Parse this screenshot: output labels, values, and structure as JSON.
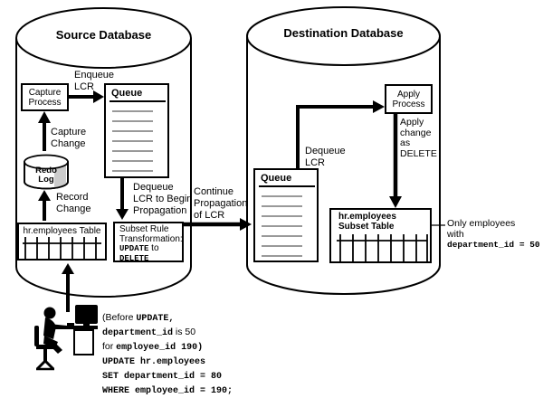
{
  "source": {
    "title": "Source Database",
    "capture_process_label": "Capture\nProcess",
    "enqueue_label": "Enqueue\nLCR",
    "queue_title": "Queue",
    "capture_change_label": "Capture\nChange",
    "redo_log_label": "Redo\nLog",
    "record_change_label": "Record\nChange",
    "table_label": "hr.employees Table",
    "dequeue_label": "Dequeue\nLCR to Begin\nPropagation",
    "subset_rule": {
      "line1": "Subset Rule",
      "line2": "Transformation:",
      "update_kw": "UPDATE",
      "to_text": " to",
      "delete_kw": "DELETE"
    }
  },
  "propagation": {
    "label": "Continue\nPropagation\nof LCR"
  },
  "destination": {
    "title": "Destination Database",
    "queue_title": "Queue",
    "dequeue_label": "Dequeue\nLCR",
    "apply_process_label": "Apply\nProcess",
    "apply_change_label": "Apply\nchange\nas\nDELETE",
    "subset_table_label": "hr.employees\nSubset Table",
    "callout": {
      "line1": "Only employees",
      "line2": "with",
      "code": "department_id = 50"
    }
  },
  "sql_note": {
    "l1_sans": "(Before ",
    "l1_mono": "UPDATE,",
    "l2_mono": "department_id",
    "l2_sans": " is 50",
    "l3_sans": "for ",
    "l3_mono": "employee_id 190)",
    "l4_mono": "UPDATE hr.employees",
    "l5_mono": "SET department_id = 80",
    "l6_mono": "WHERE employee_id = 190;"
  },
  "icons": {
    "person_at_computer": "person-at-computer"
  },
  "colors": {
    "line": "#000000",
    "queue_entry_gray": "#999999",
    "cylinder_shade": "#cccccc",
    "background": "#ffffff"
  }
}
